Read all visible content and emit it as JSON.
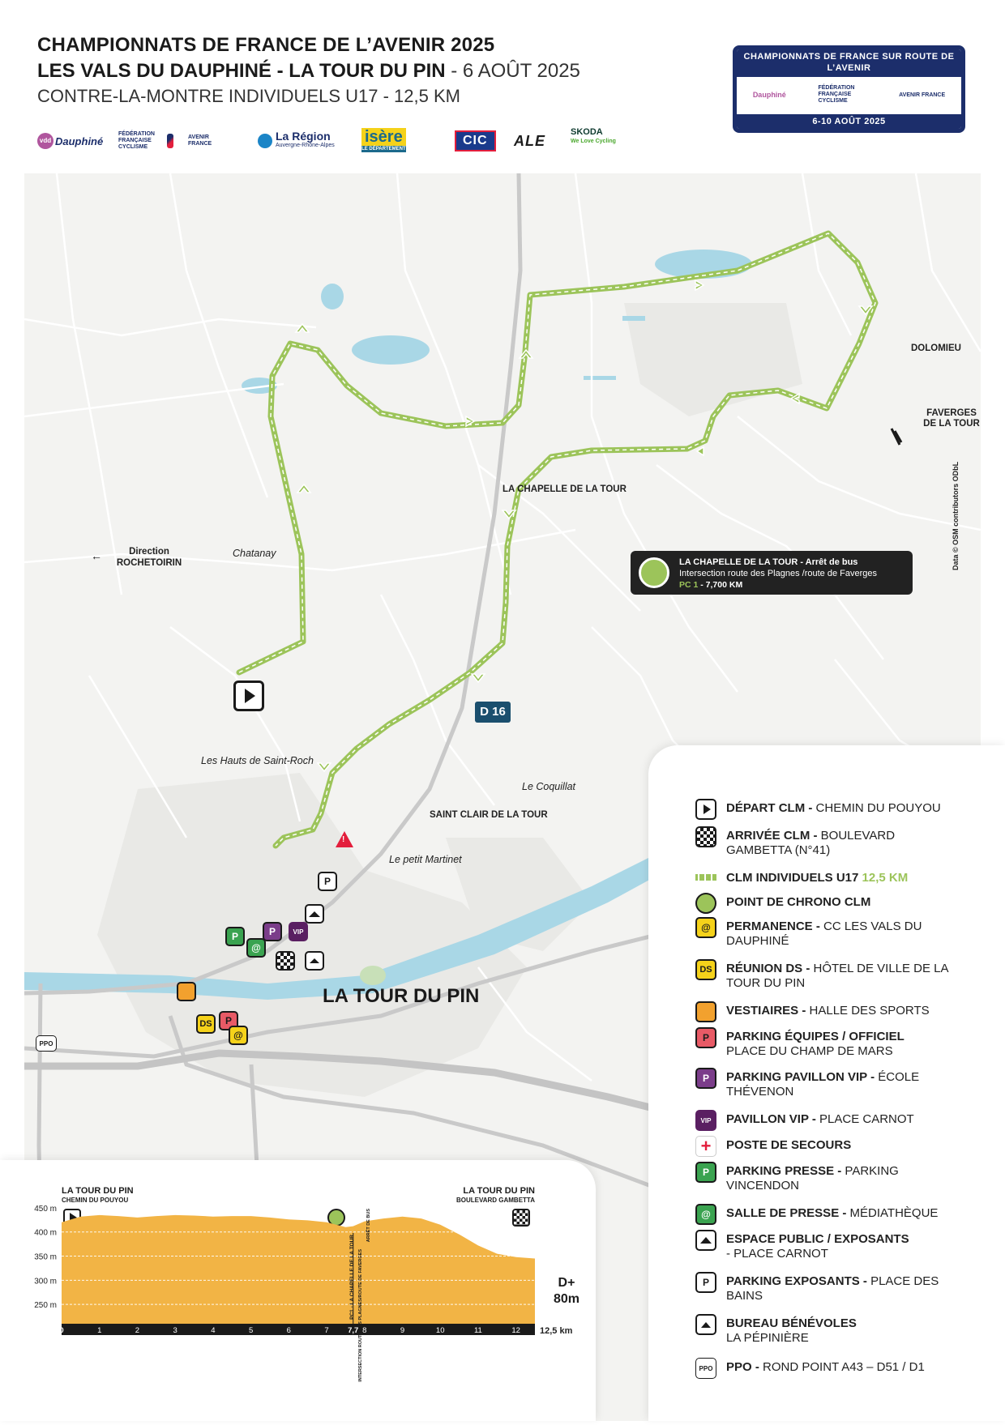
{
  "header": {
    "title_line1": "CHAMPIONNATS DE FRANCE DE L’AVENIR 2025",
    "title_line2_bold": "LES VALS DU DAUPHINÉ  - LA TOUR DU PIN",
    "title_line2_date": " - 6 AOÛT 2025",
    "title_line3": "CONTRE-LA-MONTRE INDIVIDUELS U17 - 12,5 KM"
  },
  "sponsors": {
    "vdd": "Dauphiné",
    "ffc": "FÉDÉRATION FRANÇAISE CYCLISME",
    "avenir": "AVENIR FRANCE",
    "region": "La Région",
    "region_sub": "Auvergne-Rhône-Alpes",
    "isere": "isère",
    "isere_sub": "LE DÉPARTEMENT",
    "cic": "CIC",
    "ale": "ALE",
    "skoda": "SKODA",
    "skoda_sub": "We Love Cycling"
  },
  "badge": {
    "top": "CHAMPIONNATS DE FRANCE SUR ROUTE DE L’AVENIR",
    "dates": "6-10 AOÛT 2025"
  },
  "map": {
    "places": {
      "dolomieu": "DOLOMIEU",
      "faverges": "FAVERGES DE LA TOUR",
      "chapelle": "LA CHAPELLE DE LA TOUR",
      "direction": "Direction ROCHETOIRIN",
      "chatanay": "Chatanay",
      "hauts": "Les Hauts de Saint-Roch",
      "coquillat": "Le Coquillat",
      "saint_clair": "SAINT CLAIR DE LA TOUR",
      "petit_martinet": "Le petit Martinet",
      "tour_du_pin": "LA TOUR DU PIN",
      "road_label": "D 16",
      "credit": "Data © OSM contributors ODbL"
    },
    "callout": {
      "line1": "LA CHAPELLE DE LA TOUR - Arrêt de bus",
      "line2": "Intersection route des Plagnes /route de Faverges",
      "pc": "PC 1",
      "pc_detail": " - 7,700 KM"
    },
    "pins": {
      "p": "P",
      "at": "@",
      "ds": "DS",
      "vip": "VIP",
      "ppo": "PPO"
    }
  },
  "legend": {
    "items": [
      {
        "bold": "DÉPART CLM - ",
        "rest": "CHEMIN DU POUYOU"
      },
      {
        "bold": "ARRIVÉE CLM - ",
        "rest": "BOULEVARD GAMBETTA (N°41)"
      },
      {
        "bold": "CLM INDIVIDUELS U17 ",
        "rest": "12,5 KM"
      },
      {
        "bold": "POINT DE CHRONO CLM",
        "rest": ""
      },
      {
        "bold": "PERMANENCE - ",
        "rest": "CC LES VALS DU DAUPHINÉ"
      },
      {
        "bold": "RÉUNION DS - ",
        "rest": "HÔTEL DE VILLE DE LA TOUR DU PIN"
      },
      {
        "bold": "VESTIAIRES - ",
        "rest": "HALLE DES SPORTS"
      },
      {
        "bold": "PARKING ÉQUIPES  / OFFICIEL",
        "rest": "PLACE DU CHAMP DE MARS"
      },
      {
        "bold": "PARKING PAVILLON VIP - ",
        "rest": "ÉCOLE THÉVENON"
      },
      {
        "bold": "PAVILLON VIP - ",
        "rest": "PLACE CARNOT"
      },
      {
        "bold": "POSTE DE SECOURS",
        "rest": ""
      },
      {
        "bold": "PARKING PRESSE - ",
        "rest": "PARKING VINCENDON"
      },
      {
        "bold": "SALLE DE PRESSE - ",
        "rest": "MÉDIATHÈQUE"
      },
      {
        "bold": "ESPACE PUBLIC / EXPOSANTS",
        "rest": "- PLACE CARNOT"
      },
      {
        "bold": "PARKING EXPOSANTS - ",
        "rest": "PLACE DES BAINS"
      },
      {
        "bold": "BUREAU BÉNÉVOLES",
        "rest": "LA PÉPINIÈRE"
      },
      {
        "bold": "PPO - ",
        "rest": "ROND POINT A43 – D51 / D1"
      }
    ],
    "icon_labels": {
      "ds": "DS",
      "p": "P",
      "at": "@",
      "ppo": "PPO",
      "vip": "VIP"
    }
  },
  "profile": {
    "start_town": "LA TOUR DU PIN",
    "start_sub": "CHEMIN DU POUYOU",
    "finish_town": "LA TOUR DU PIN",
    "finish_sub": "BOULEVARD GAMBETTA",
    "pc_vertical": "PC1 - LA CHAPELLE DE LA TOUR",
    "pc_vertical2": "INTERSECTION ROUTE DES PLAGNES/ROUTE DE FAVERGES",
    "pc_top": "ARRÊT DE BUS",
    "gain_label": "D+",
    "gain_value": "80m",
    "unit_end": "12,5 km",
    "y_ticks": [
      "450 m",
      "400 m",
      "350 m",
      "300 m",
      "250 m"
    ],
    "x_ticks": [
      "0",
      "1",
      "2",
      "3",
      "4",
      "5",
      "6",
      "7",
      "7,7",
      "8",
      "9",
      "10",
      "11",
      "12"
    ]
  },
  "chart_data": {
    "type": "area",
    "xlabel": "",
    "ylabel": "",
    "x": [
      0,
      0.5,
      1,
      1.5,
      2,
      2.5,
      3,
      3.5,
      4,
      4.5,
      5,
      5.5,
      6,
      6.5,
      7,
      7.5,
      7.7,
      8,
      8.5,
      9,
      9.5,
      10,
      10.5,
      11,
      11.5,
      12,
      12.5
    ],
    "y": [
      420,
      432,
      435,
      433,
      430,
      433,
      435,
      434,
      432,
      433,
      433,
      430,
      426,
      424,
      420,
      410,
      412,
      422,
      428,
      432,
      428,
      415,
      395,
      372,
      355,
      348,
      345
    ],
    "xlim": [
      0,
      12.5
    ],
    "ylim": [
      210,
      465
    ],
    "y_ticks": [
      250,
      300,
      350,
      400,
      450
    ],
    "grid": true
  },
  "colors": {
    "route": "#9cc45a",
    "water": "#a9d7e6",
    "profile_fill": "#f2b445",
    "navy": "#1c2e6b",
    "parking_red": "#e85a66",
    "parking_green": "#3aa350",
    "vip_purple": "#7b3d8a",
    "yellow": "#f5d21a",
    "road_sign": "#1b4f6e"
  }
}
